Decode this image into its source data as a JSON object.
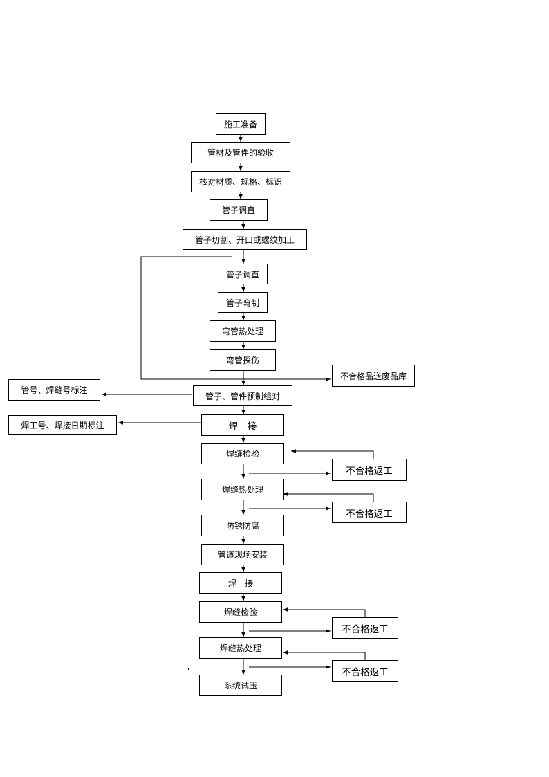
{
  "flowchart": {
    "main_steps": {
      "s1": "施工准备",
      "s2": "管材及管件的验收",
      "s3": "核对材质、规格、标识",
      "s4": "管子调直",
      "s5": "管子切割、开口或螺纹加工",
      "s6": "管子调直",
      "s7": "管子弯制",
      "s8": "弯管热处理",
      "s9": "弯管探伤",
      "s10": "管子、管件预制组对",
      "s11": "焊　接",
      "s12": "焊缝检验",
      "s13": "焊缝热处理",
      "s14": "防锈防腐",
      "s15": "管道现场安装",
      "s16": "焊　接",
      "s17": "焊缝检验",
      "s18": "焊缝热处理",
      "s19": "系统试压"
    },
    "side_boxes": {
      "scrap": "不合格品送废品库",
      "mark_numbers": "管号、焊缝号标注",
      "mark_welder": "焊工号、焊接日期标注",
      "rework1": "不合格返工",
      "rework2": "不合格返工",
      "rework3": "不合格返工",
      "rework4": "不合格返工"
    }
  }
}
